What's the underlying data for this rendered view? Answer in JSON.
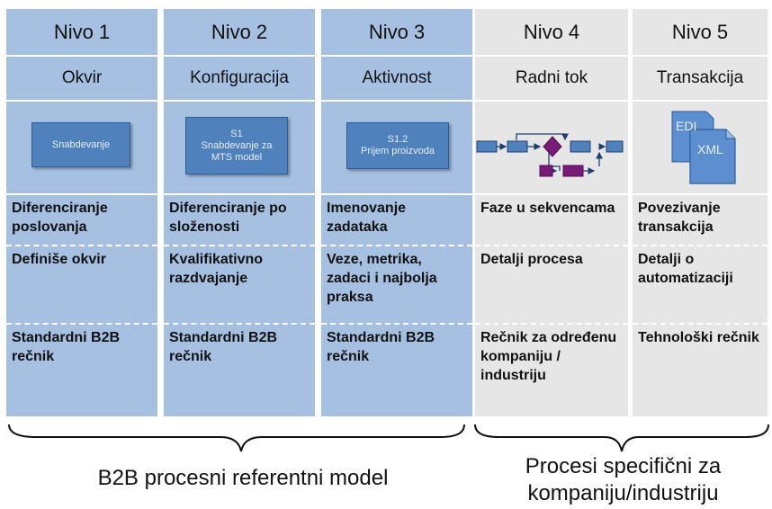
{
  "columns": [
    {
      "header": "Nivo 1",
      "subheader": "Okvir",
      "box": {
        "lines": [
          "Snabdevanje"
        ]
      },
      "row1": "Diferenciranje poslovanja",
      "row2": "Definiše okvir",
      "row3": "Standardni B2B rečnik"
    },
    {
      "header": "Nivo 2",
      "subheader": "Konfiguracija",
      "box": {
        "lines": [
          "S1",
          "Snabdevanje za",
          "MTS model"
        ]
      },
      "row1": "Diferenciranje po složenosti",
      "row2": "Kvalifikativno razdvajanje",
      "row3": "Standardni B2B rečnik"
    },
    {
      "header": "Nivo 3",
      "subheader": "Aktivnost",
      "box": {
        "lines": [
          "S1.2",
          "Prijem proizvoda"
        ]
      },
      "row1": "Imenovanje zadataka",
      "row2": "Veze, metrika, zadaci i najbolja praksa",
      "row3": "Standardni B2B rečnik"
    },
    {
      "header": "Nivo 4",
      "subheader": "Radni tok",
      "row1": "Faze u sekvencama",
      "row2": "Detalji procesa",
      "row3": "Rečnik za određenu kompaniju / industriju"
    },
    {
      "header": "Nivo 5",
      "subheader": "Transakcija",
      "docs": {
        "front": "XML",
        "back": "EDI"
      },
      "row1": "Povezivanje transakcija",
      "row2": "Detalji o automatizaciji",
      "row3": "Tehnološki rečnik"
    }
  ],
  "groups": {
    "left_label": "B2B procesni referentni model",
    "right_label_line1": "Procesi specifični za",
    "right_label_line2": "kompaniju/industriju"
  },
  "colors": {
    "blue_column": "#a6c0e2",
    "gray_column": "#e6e6e6",
    "process_blue": "#4f81bd",
    "decision_purple": "#7a1a78"
  }
}
